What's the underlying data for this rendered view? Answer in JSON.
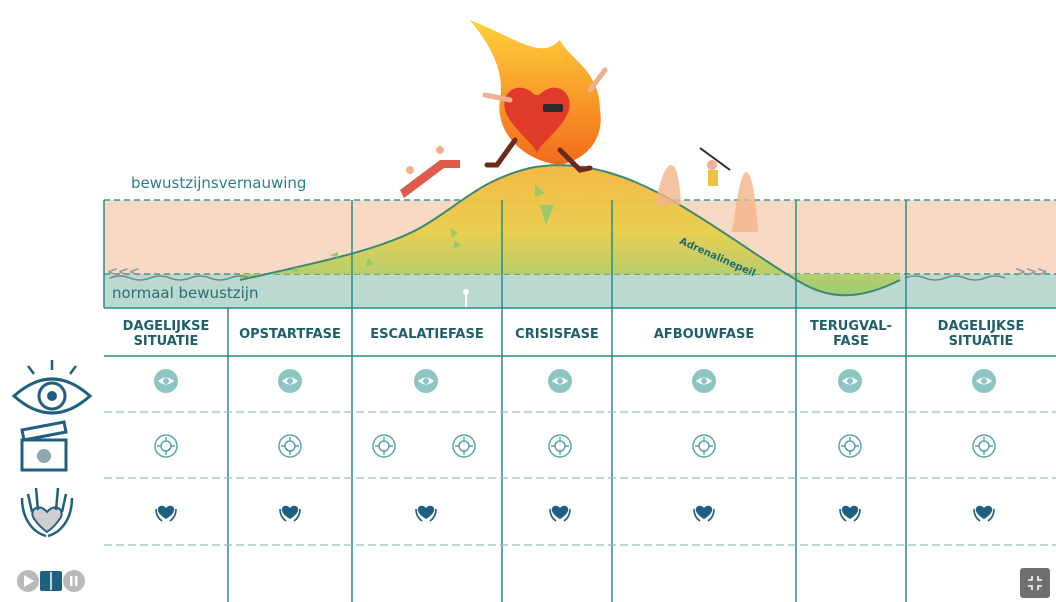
{
  "labels": {
    "upper_line": "bewustzijnsvernauwing",
    "lower_line": "normaal bewustzijn",
    "curve_label": "Adrenalinepeil",
    "arrows_left": "<<<",
    "arrows_right": ">>>"
  },
  "phases": [
    {
      "line1": "DAGELIJKSE",
      "line2": "SITUATIE"
    },
    {
      "line1": "OPSTARTFASE",
      "line2": ""
    },
    {
      "line1": "ESCALATIEFASE",
      "line2": ""
    },
    {
      "line1": "CRISISFASE",
      "line2": ""
    },
    {
      "line1": "AFBOUWFASE",
      "line2": ""
    },
    {
      "line1": "TERUGVAL-",
      "line2": "FASE"
    },
    {
      "line1": "DAGELIJKSE",
      "line2": "SITUATIE"
    }
  ],
  "row_icons": [
    "eye-icon",
    "crosshair-icon",
    "heart-hands-icon"
  ],
  "side_icons": [
    "eye-icon",
    "clapperboard-icon",
    "hands-heart-icon",
    "media-book-icon"
  ],
  "colors": {
    "teal": "#2a8a8a",
    "band": "#f7d9c4",
    "normal_band": "#bcd9cf",
    "circle": "#8cc5c3",
    "button": "#6f6f6f"
  }
}
